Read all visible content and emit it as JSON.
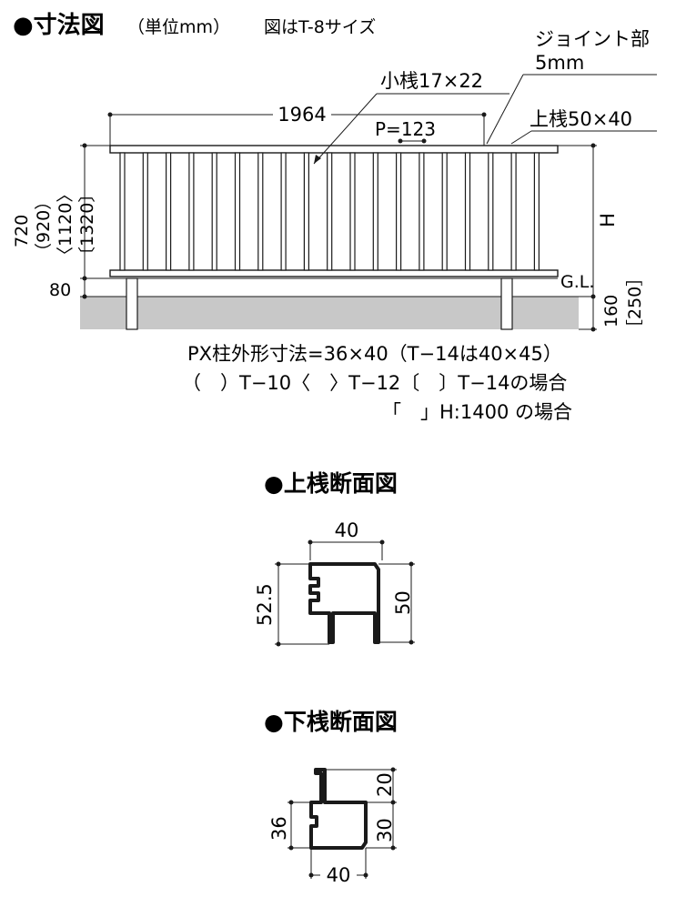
{
  "main_diagram": {
    "title": "●寸法図",
    "unit": "（単位mm）",
    "size_note": "図はT-8サイズ",
    "joint_label": "ジョイント部",
    "joint_size": "5mm",
    "small_rail_label": "小桟17×22",
    "upper_rail_label": "上桟50×40",
    "width_label": "1964",
    "pitch_label": "P=123",
    "height_label": "H",
    "gl_label": "G.L.",
    "height_options": [
      "720",
      "（920）",
      "〈1120〉",
      "〔1320〕"
    ],
    "bottom_gap_label": "80",
    "embed_label": "160",
    "embed_alt_label": "［250］",
    "note_line1": "PX柱外形寸法=36×40（T−14は40×45）",
    "note_line2": "（　）T−10〈　〉T−12〔　〕T−14の場合",
    "note_line3": "「　」H:1400 の場合"
  },
  "upper_section": {
    "title": "●上桟断面図",
    "width": "40",
    "height_left": "52.5",
    "height_right": "50"
  },
  "lower_section": {
    "title": "●下桟断面図",
    "height_left": "36",
    "top_part": "20",
    "height_right": "30",
    "width": "40"
  },
  "colors": {
    "line": "#1a1a1a",
    "ground": "#c8c8c8"
  }
}
